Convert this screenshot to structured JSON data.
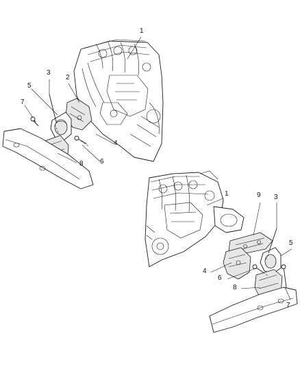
{
  "diagram": {
    "upper_view": {
      "callouts": [
        "1",
        "3",
        "2",
        "5",
        "7",
        "4",
        "6",
        "8"
      ]
    },
    "lower_view": {
      "callouts": [
        "1",
        "9",
        "3",
        "5",
        "4",
        "6",
        "8",
        "7"
      ]
    }
  }
}
